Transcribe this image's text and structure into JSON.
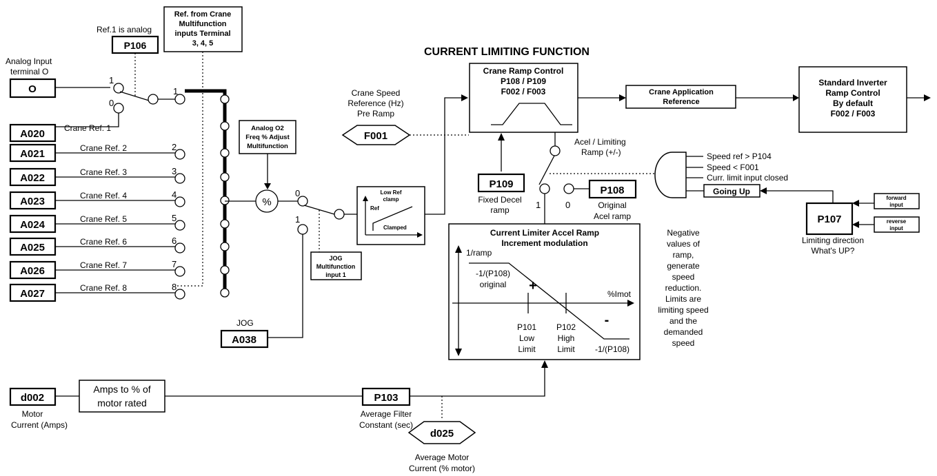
{
  "title": "CURRENT LIMITING FUNCTION",
  "input_o": {
    "label_line1": "Analog Input",
    "label_line2": "terminal O",
    "box": "O"
  },
  "p106": {
    "note": "Ref.1 is analog",
    "box": "P106"
  },
  "ref_from_crane": [
    "Ref. from Crane",
    "Multifunction",
    "inputs Terminal",
    "3, 4, 5"
  ],
  "a020": {
    "box": "A020",
    "label": "Crane Ref. 1"
  },
  "crane_refs": [
    {
      "box": "A021",
      "label": "Crane Ref. 2",
      "num": "2"
    },
    {
      "box": "A022",
      "label": "Crane Ref. 3",
      "num": "3"
    },
    {
      "box": "A023",
      "label": "Crane Ref. 4",
      "num": "4"
    },
    {
      "box": "A024",
      "label": "Crane Ref. 5",
      "num": "5"
    },
    {
      "box": "A025",
      "label": "Crane Ref. 6",
      "num": "6"
    },
    {
      "box": "A026",
      "label": "Crane Ref. 7",
      "num": "7"
    },
    {
      "box": "A027",
      "label": "Crane Ref. 8",
      "num": "8"
    }
  ],
  "switch1": {
    "pos1": "1",
    "pos0": "0"
  },
  "selector_first": "1",
  "analog_o2": [
    "Analog O2",
    "Freq % Adjust",
    "Multifunction"
  ],
  "percent_symbol": "%",
  "switch_jog": {
    "pos0": "0",
    "pos1": "1"
  },
  "jog_multifunction": [
    "JOG",
    "Multifunction",
    "input 1"
  ],
  "jog": {
    "label": "JOG",
    "box": "A038"
  },
  "clamp": {
    "top": [
      "Low Ref",
      "clamp"
    ],
    "ref": "Ref",
    "clamped": "Clamped"
  },
  "crane_speed": {
    "lines": [
      "Crane Speed",
      "Reference (Hz)",
      "Pre Ramp"
    ],
    "box": "F001"
  },
  "crane_ramp": [
    "Crane Ramp Control",
    "P108 / P109",
    "F002 / F003"
  ],
  "crane_app_ref": [
    "Crane Application",
    "Reference"
  ],
  "standard_ramp": [
    "Standard Inverter",
    "Ramp Control",
    "By default",
    "F002 / F003"
  ],
  "acel_limiting": [
    "Acel / Limiting",
    "Ramp (+/-)"
  ],
  "p109": {
    "box": "P109",
    "label": [
      "Fixed Decel",
      "ramp"
    ],
    "pos": "1"
  },
  "p108": {
    "box": "P108",
    "label": [
      "Original",
      "Acel ramp"
    ],
    "pos": "0"
  },
  "and_inputs": [
    "Speed ref > P104",
    "Speed < F001",
    "Curr. limit input closed"
  ],
  "going_up": "Going Up",
  "p107": {
    "box": "P107",
    "label": [
      "Limiting direction",
      "What's UP?"
    ]
  },
  "forward_input": [
    "forward",
    "input"
  ],
  "reverse_input": [
    "reverse",
    "input"
  ],
  "limiter": {
    "title": [
      "Current Limiter Accel Ramp",
      "Increment modulation"
    ],
    "y_axis": "1/ramp",
    "x_axis": "%Imot",
    "original": [
      "-1/(P108)",
      "original"
    ],
    "plus": "+",
    "minus": "-",
    "p101": [
      "P101",
      "Low",
      "Limit"
    ],
    "p102": [
      "P102",
      "High",
      "Limit"
    ],
    "end": "-1/(P108)"
  },
  "negative_note": [
    "Negative",
    "values of",
    "ramp,",
    "generate",
    "speed",
    "reduction.",
    "Limits are",
    "limiting speed",
    "and the",
    "demanded",
    "speed"
  ],
  "d002": {
    "box": "d002",
    "label": [
      "Motor",
      "Current (Amps)"
    ]
  },
  "amps_to_pct": [
    "Amps to % of",
    "motor rated"
  ],
  "p103": {
    "box": "P103",
    "label": [
      "Average Filter",
      "Constant (sec)"
    ]
  },
  "d025": {
    "box": "d025",
    "label": [
      "Average Motor",
      "Current (% motor)"
    ]
  }
}
